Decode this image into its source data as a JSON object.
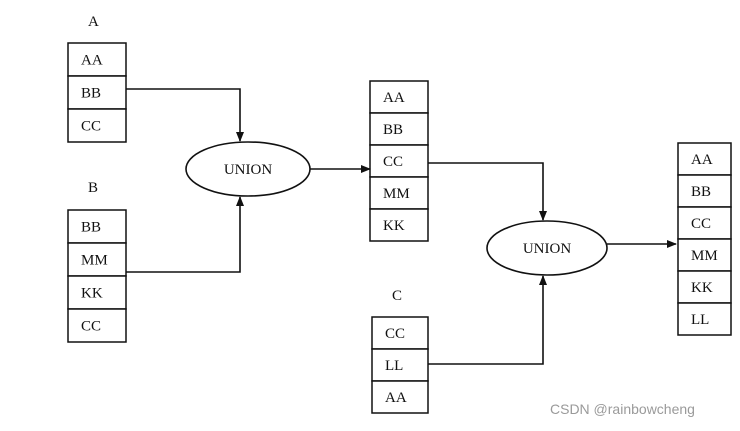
{
  "sets": {
    "a": {
      "label": "A",
      "items": [
        "AA",
        "BB",
        "CC"
      ]
    },
    "b": {
      "label": "B",
      "items": [
        "BB",
        "MM",
        "KK",
        "CC"
      ]
    },
    "c": {
      "label": "C",
      "items": [
        "CC",
        "LL",
        "AA"
      ]
    }
  },
  "results": {
    "first": {
      "items": [
        "AA",
        "BB",
        "CC",
        "MM",
        "KK"
      ]
    },
    "final": {
      "items": [
        "AA",
        "BB",
        "CC",
        "MM",
        "KK",
        "LL"
      ]
    }
  },
  "operators": {
    "union1": "UNION",
    "union2": "UNION"
  },
  "watermark": "CSDN @rainbowcheng",
  "colors": {
    "stroke": "#111111",
    "text": "#111111",
    "watermark": "#9a9a9a"
  }
}
